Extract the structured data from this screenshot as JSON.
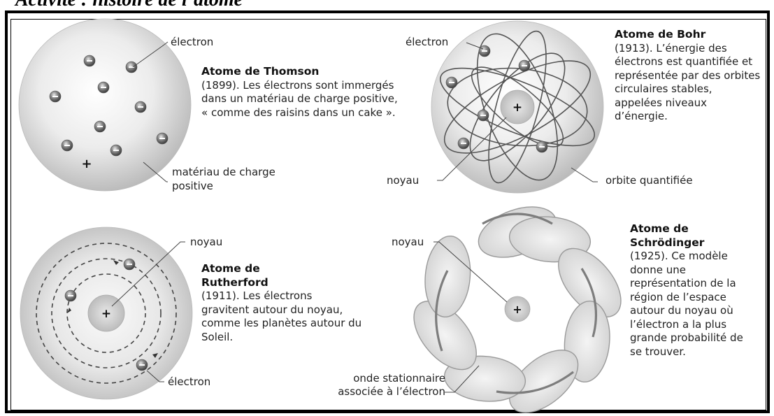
{
  "header": {
    "title": "Activité : histoire de l’atome"
  },
  "thomson": {
    "title": "Atome de Thomson",
    "text": "(1899). Les électrons sont immergés dans un matériau de charge positive, « comme des raisins dans un cake ».",
    "label_electron": "électron",
    "label_material": "matériau de charge positive"
  },
  "bohr": {
    "title": "Atome de Bohr",
    "text": "(1913). L’énergie des électrons est quantifiée et représentée par des orbites circulaires stables, appelées niveaux d’énergie.",
    "label_electron": "électron",
    "label_nucleus": "noyau",
    "label_orbit": "orbite quantifiée"
  },
  "rutherford": {
    "title": "Atome de Rutherford",
    "text": "(1911). Les électrons gravitent autour du noyau, comme les planètes autour du Soleil.",
    "label_nucleus": "noyau",
    "label_electron": "électron"
  },
  "schrodinger": {
    "title": "Atome de Schrödinger",
    "text": "(1925). Ce modèle donne une représentation de la région de l’espace autour du noyau où l’électron a la plus grande probabilité de se trouver.",
    "label_nucleus": "noyau",
    "label_wave": "onde stationnaire associée à l’électron"
  },
  "colors": {
    "sphere_light": "#f4f4f4",
    "sphere_dark": "#bdbdbd",
    "electron": "#555555",
    "line": "#444444"
  }
}
